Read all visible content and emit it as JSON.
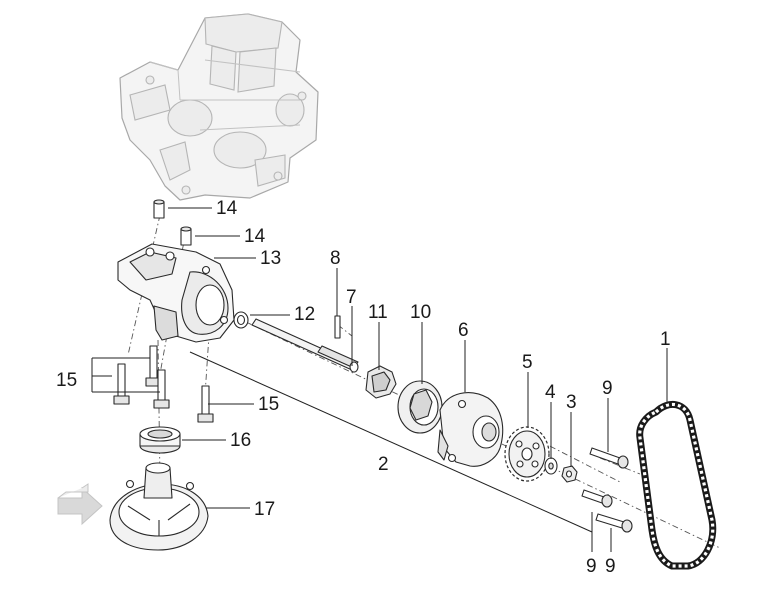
{
  "diagram": {
    "callouts": {
      "c1": "1",
      "c2": "2",
      "c3": "3",
      "c4": "4",
      "c5": "5",
      "c6": "6",
      "c7": "7",
      "c8": "8",
      "c9a": "9",
      "c9b": "9",
      "c9c": "9",
      "c10": "10",
      "c11": "11",
      "c12": "12",
      "c13": "13",
      "c14a": "14",
      "c14b": "14",
      "c15a": "15",
      "c15b": "15",
      "c16": "16",
      "c17": "17"
    },
    "icons": {
      "direction_arrow": "front-direction-arrow-icon"
    }
  }
}
